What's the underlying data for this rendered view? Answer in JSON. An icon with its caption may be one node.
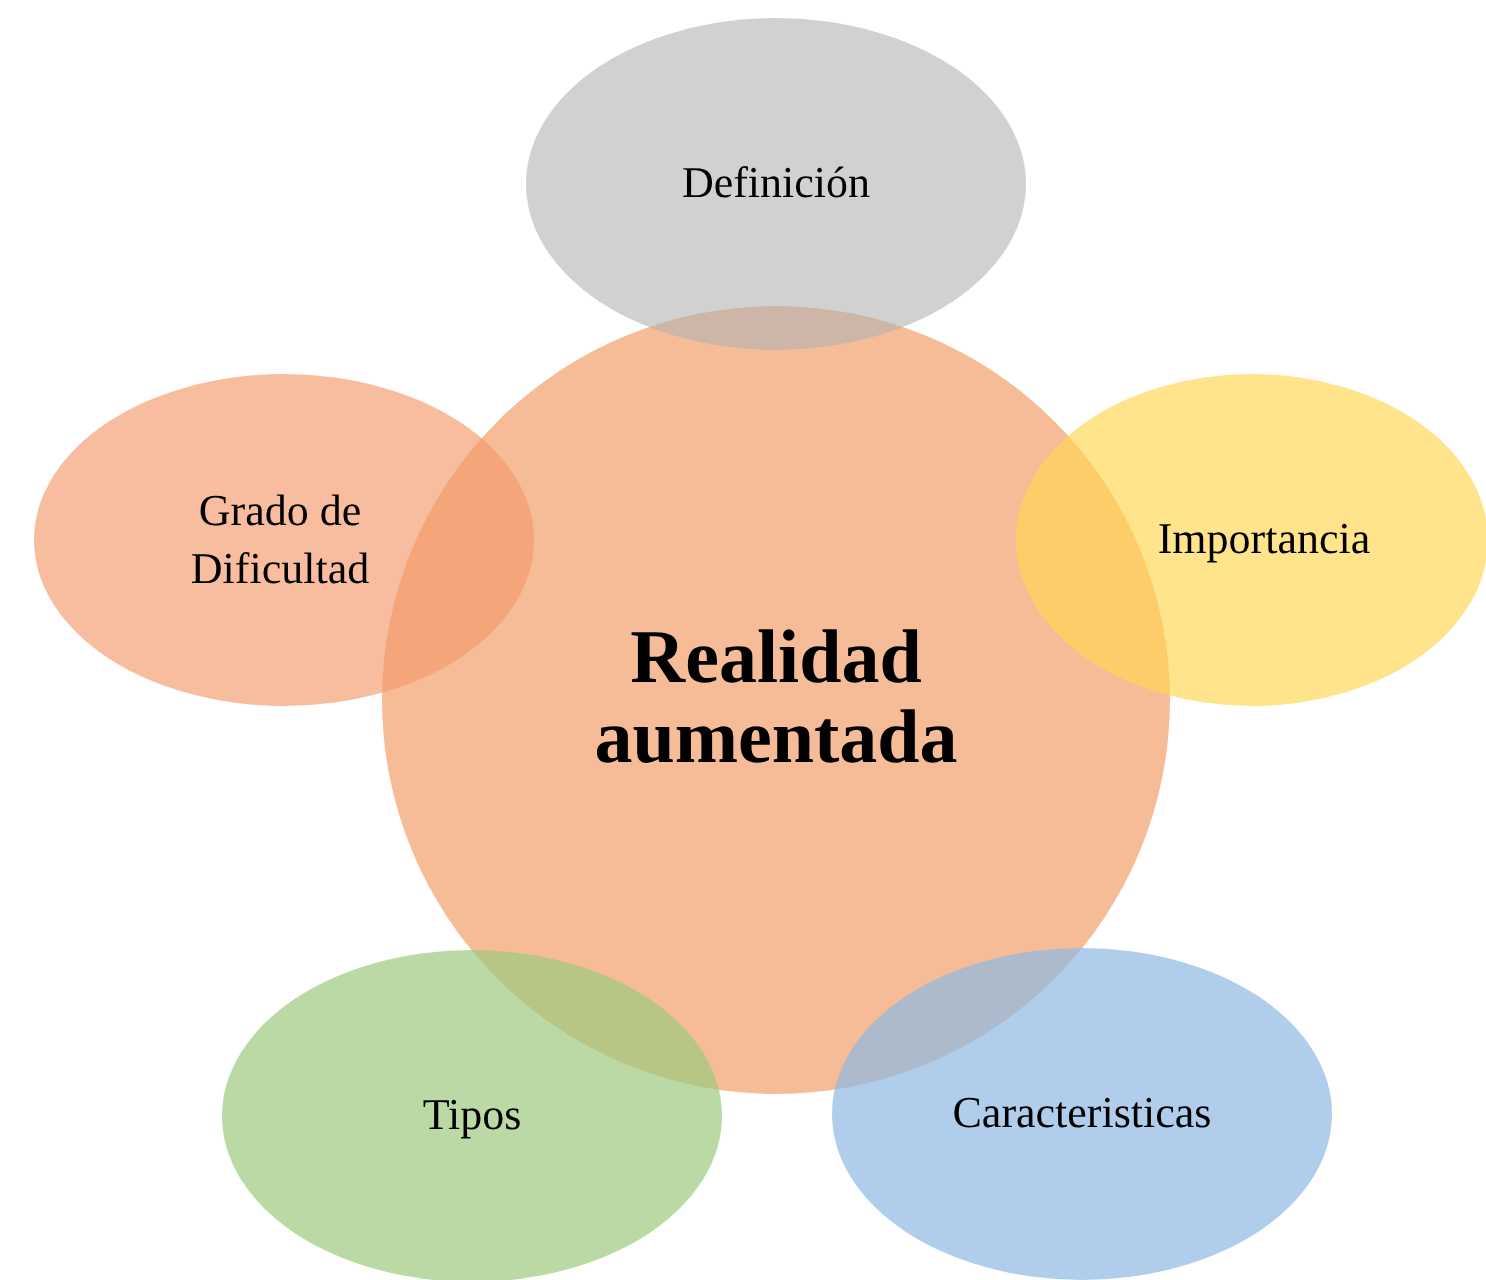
{
  "diagram": {
    "nodes": [
      {
        "text": [
          "Realidad aumentada"
        ]
      },
      {
        "text": [
          "Definición"
        ]
      },
      {
        "text": [
          "Importancia"
        ]
      },
      {
        "text": [
          "Caracteristicas"
        ]
      },
      {
        "text": [
          "Tipos"
        ]
      },
      {
        "text": [
          "Grado de Dificultad"
        ]
      }
    ]
  }
}
